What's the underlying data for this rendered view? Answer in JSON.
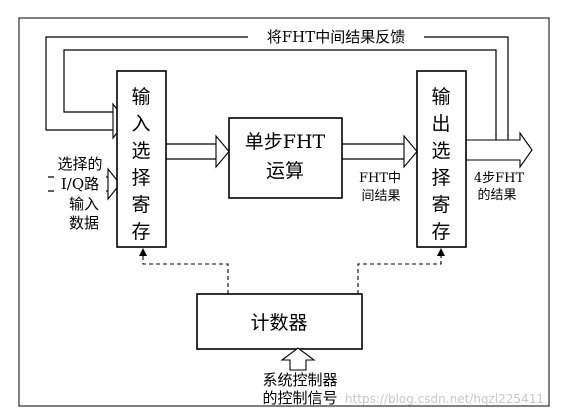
{
  "feedback_label": "将FHT中间结果反馈",
  "input_reg": {
    "chars": [
      "输",
      "入",
      "选",
      "择",
      "寄",
      "存"
    ]
  },
  "fht_block": {
    "line1": "单步FHT",
    "line2": "运算"
  },
  "output_reg": {
    "chars": [
      "输",
      "出",
      "选",
      "择",
      "寄",
      "存"
    ]
  },
  "counter_label": "计数器",
  "input_side": {
    "line1": "选择的",
    "line2": "I/Q路",
    "line3": "输入",
    "line4": "数据"
  },
  "mid_result": {
    "line1": "FHT中",
    "line2": "间结果"
  },
  "out_result": {
    "line1": "4步FHT",
    "line2": "的结果"
  },
  "control": {
    "line1": "系统控制器",
    "line2": "的控制信号"
  },
  "watermark": "https://blog.csdn.net/hqzl225411"
}
